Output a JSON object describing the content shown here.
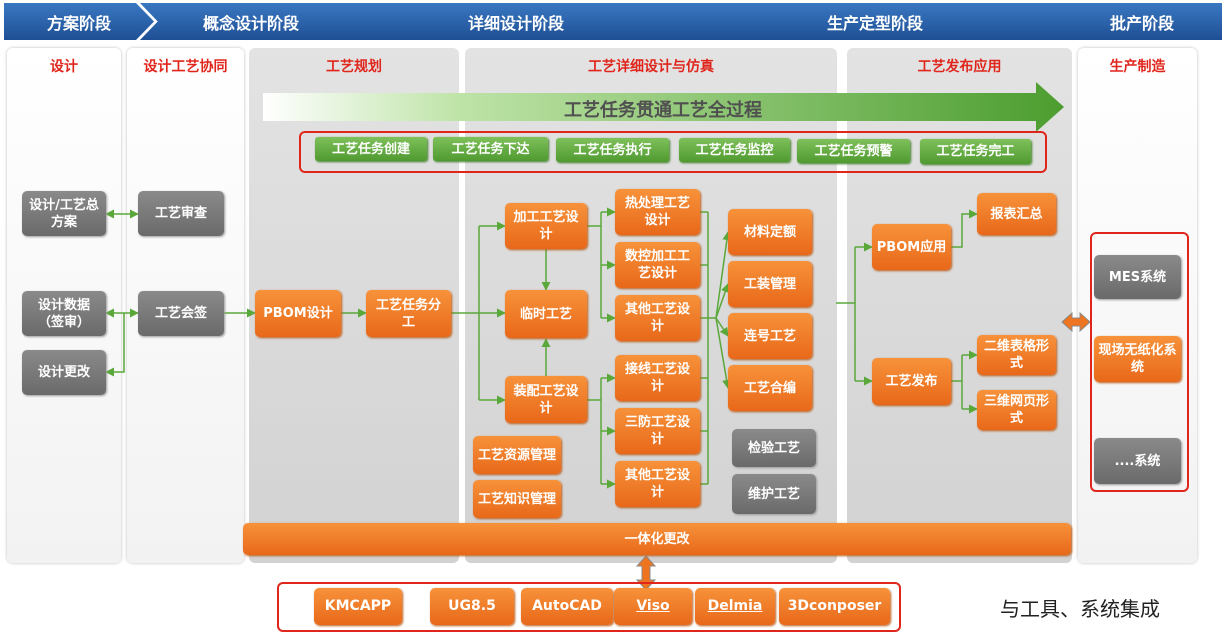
{
  "stages": [
    "方案阶段",
    "概念设计阶段",
    "详细设计阶段",
    "生产定型阶段",
    "批产阶段"
  ],
  "columns": {
    "design": "设计",
    "collab": "设计工艺协同",
    "planning": "工艺规划",
    "detail": "工艺详细设计与仿真",
    "release": "工艺发布应用",
    "production": "生产制造"
  },
  "banner": "工艺任务贯通工艺全过程",
  "tasks": [
    "工艺任务创建",
    "工艺任务下达",
    "工艺任务执行",
    "工艺任务监控",
    "工艺任务预警",
    "工艺任务完工"
  ],
  "design_boxes": [
    "设计/工艺总方案",
    "设计数据（签审）",
    "设计更改"
  ],
  "collab_boxes": [
    "工艺审查",
    "工艺会签"
  ],
  "planning_boxes": {
    "pbom": "PBOM设计",
    "assign": "工艺任务分工"
  },
  "detail": {
    "machining": "加工工艺设计",
    "temp": "临时工艺",
    "assembly": "装配工艺设计",
    "heat": "热处理工艺设计",
    "cnc": "数控加工工艺设计",
    "other1": "其他工艺设计",
    "wiring": "接线工艺设计",
    "triproof": "三防工艺设计",
    "other2": "其他工艺设计",
    "resource": "工艺资源管理",
    "knowledge": "工艺知识管理",
    "material": "材料定额",
    "fixture": "工装管理",
    "serial": "连号工艺",
    "compile": "工艺合编",
    "inspect": "检验工艺",
    "maintain": "维护工艺"
  },
  "release": {
    "pbom_app": "PBOM应用",
    "publish": "工艺发布",
    "report": "报表汇总",
    "table2d": "二维表格形式",
    "web3d": "三维网页形式"
  },
  "production_boxes": [
    "MES系统",
    "现场无纸化系统",
    "....系统"
  ],
  "integrated_change": "一体化更改",
  "tools": [
    "KMCAPP",
    "UG8.5",
    "AutoCAD",
    "Viso",
    "Delmia",
    "3Dconposer"
  ],
  "caption": "与工具、系统集成",
  "colors": {
    "stage_blue": "#1e4f94",
    "orange": "#ee7420",
    "gray": "#757575",
    "green": "#5aa83a",
    "red": "#e0261c"
  }
}
